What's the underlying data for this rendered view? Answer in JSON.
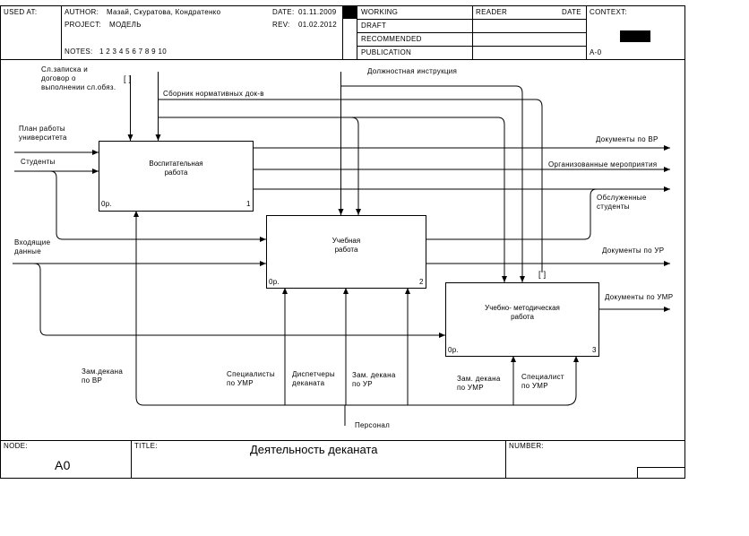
{
  "header": {
    "used_at_label": "USED AT:",
    "author_label": "AUTHOR:",
    "author_value": "Мазай, Скуратова, Кондратенко",
    "project_label": "PROJECT:",
    "project_value": "МОДЕЛЬ",
    "notes_label": "NOTES:",
    "notes_value": "1  2  3  4  5  6  7  8  9  10",
    "date_label": "DATE:",
    "date_value": "01.11.2009",
    "rev_label": "REV:",
    "rev_value": "01.02.2012",
    "status": [
      "WORKING",
      "DRAFT",
      "RECOMMENDED",
      "PUBLICATION"
    ],
    "reader_label": "READER",
    "date_col_label": "DATE",
    "context_label": "CONTEXT:",
    "context_node": "A-0"
  },
  "footer": {
    "node_label": "NODE:",
    "node_value": "A0",
    "title_label": "TITLE:",
    "title_value": "Деятельность деканата",
    "number_label": "NUMBER:"
  },
  "boxes": [
    {
      "title": "Воспитательная\nработа",
      "cost": "0р.",
      "number": "1"
    },
    {
      "title": "Учебная\nработа",
      "cost": "0р.",
      "number": "2"
    },
    {
      "title": "Учебно- методическая\nработа",
      "cost": "0р.",
      "number": "3"
    }
  ],
  "labels": {
    "control_memo": "Сл.записка и\nдоговор о\nвыполнении сл.обяз.",
    "control_regs": "Сборник нормативных док-в",
    "control_job": "Должностная  инструкция",
    "input_plan": "План работы\nуниверситета",
    "input_students": "Студенты",
    "input_data": "Входящие\nданные",
    "output_docs_vr": "Документы по ВР",
    "output_events": "Организованные мероприятия",
    "output_served": "Обслуженные\nстуденты",
    "output_docs_ur": "Документы по УР",
    "output_docs_umr": "Документы по УМР",
    "mech_deputy_vr": "Зам.декана\nпо ВР",
    "mech_spec_umr": "Специалисты\nпо УМР",
    "mech_dispatch": "Диспетчеры\nдеканата",
    "mech_deputy_ur": "Зам. декана\nпо УР",
    "mech_deputy_box3": "Зам. декана\nпо УМР",
    "mech_spec_box3": "Специалист\nпо УМР",
    "mech_personnel": "Персонал"
  },
  "tunnel_glyph": "[ ]"
}
